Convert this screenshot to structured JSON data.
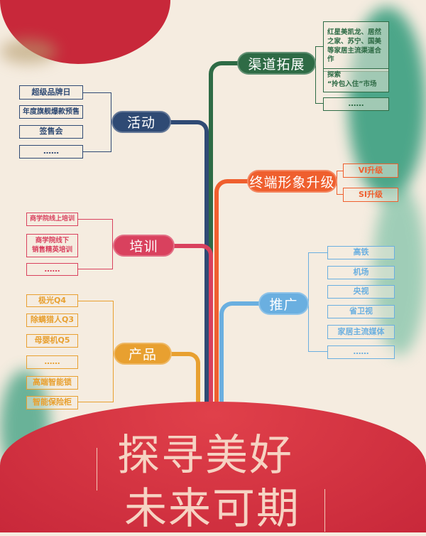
{
  "colors": {
    "activity": "#2f4a74",
    "training": "#d9415e",
    "product": "#e8a030",
    "channel": "#2e6b45",
    "terminal": "#ef5f2e",
    "promo": "#6aafe0",
    "red": "#d22b38"
  },
  "branches": {
    "activity": {
      "label": "活动",
      "items": [
        "超级品牌日",
        "年度旗舰爆款预售",
        "签售会",
        "……"
      ]
    },
    "training": {
      "label": "培训",
      "items": [
        "商学院线上培训",
        "商学院线下\n销售精英培训",
        "……"
      ]
    },
    "product": {
      "label": "产品",
      "items": [
        "极光Q4",
        "除螨猎人Q3",
        "母婴机Q5",
        "……",
        "高端智能锁",
        "智能保险柜"
      ]
    },
    "channel": {
      "label": "渠道拓展",
      "items": [
        "红星美凯龙、居然之家、苏宁、国美等家居主流渠道合作",
        "探索\n“拎包入住”市场",
        "……"
      ]
    },
    "terminal": {
      "label": "终端形象升级",
      "items": [
        "VI升级",
        "SI升级"
      ]
    },
    "promo": {
      "label": "推广",
      "items": [
        "高铁",
        "机场",
        "央视",
        "省卫视",
        "家居主流媒体",
        "……"
      ]
    }
  },
  "slogan": {
    "line1": "探寻美好",
    "line2": "未来可期"
  }
}
